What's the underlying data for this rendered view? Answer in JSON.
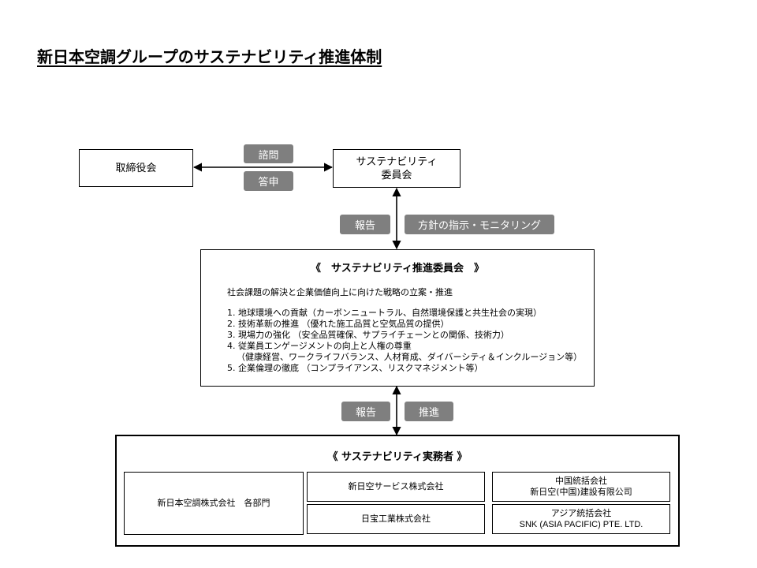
{
  "title": "新日本空調グループのサステナビリティ推進体制",
  "board": {
    "label": "取締役会"
  },
  "committee": {
    "line1": "サステナビリティ",
    "line2": "委員会"
  },
  "labels": {
    "consult": "諮問",
    "answer": "答申",
    "report1": "報告",
    "policy": "方針の指示・モニタリング",
    "report2": "報告",
    "promote": "推進"
  },
  "promotion_committee": {
    "heading": "《　サステナビリティ推進委員会　》",
    "subtitle": "社会課題の解決と企業価値向上に向けた戦略の立案・推進",
    "items": [
      "1. 地球環境への貢献（カーボンニュートラル、自然環境保護と共生社会の実現）",
      "2. 技術革新の推進 （優れた施工品質と空気品質の提供）",
      "3. 現場力の強化 （安全品質確保、サプライチェーンとの関係、技術力）",
      "4. 従業員エンゲージメントの向上と人権の尊重",
      "（健康経営、ワークライフバランス、人材育成、ダイバーシティ＆インクルージョン等）",
      "5. 企業倫理の徹底 （コンプライアンス、リスクマネジメント等）"
    ]
  },
  "practitioners": {
    "heading": "《 サステナビリティ実務者 》",
    "nsk": "新日本空調株式会社　各部門",
    "service": "新日空サービス株式会社",
    "nippo": "日宝工業株式会社",
    "china_line1": "中国統括会社",
    "china_line2": "新日空(中国)建設有限公司",
    "asia_line1": "アジア統括会社",
    "asia_line2": "SNK (ASIA PACIFIC) PTE. LTD."
  }
}
